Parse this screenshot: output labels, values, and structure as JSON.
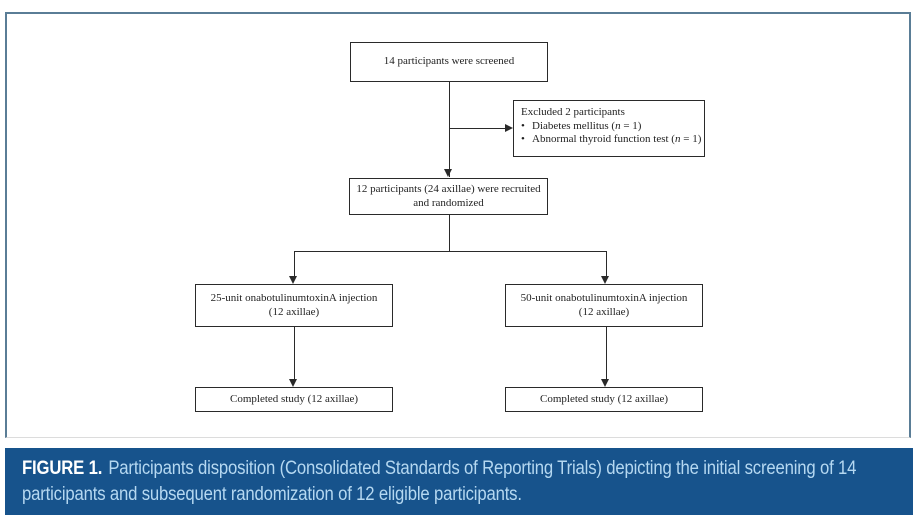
{
  "caption": {
    "label": "FIGURE 1.",
    "line1": "Participants disposition (Consolidated Standards of Reporting Trials) depicting the initial screening of 14",
    "line2": "participants and subsequent randomization of 12 eligible participants."
  },
  "flowchart": {
    "screened": {
      "label": "14 participants were screened"
    },
    "excluded": {
      "title": "Excluded 2 participants",
      "items": [
        {
          "marker": "•",
          "pre": "Diabetes mellitus (",
          "var": "n",
          "post": " = 1)"
        },
        {
          "marker": "•",
          "pre": "Abnormal thyroid function test (",
          "var": "n",
          "post": " = 1)"
        }
      ]
    },
    "recruited": {
      "line1": "12 participants (24 axillae) were recruited",
      "line2": "and randomized"
    },
    "arm25": {
      "line1": "25-unit onabotulinumtoxinA injection",
      "line2": "(12 axillae)"
    },
    "arm50": {
      "line1": "50-unit onabotulinumtoxinA injection",
      "line2": "(12 axillae)"
    },
    "completed25": {
      "label": "Completed study (12 axillae)"
    },
    "completed50": {
      "label": "Completed study (12 axillae)"
    }
  },
  "colors": {
    "caption_bg": "#17538c",
    "caption_label": "#ffffff",
    "caption_text": "#b5d8f1",
    "frame_border": "#5a7d96",
    "flowchart_line": "#2a2a2a"
  }
}
